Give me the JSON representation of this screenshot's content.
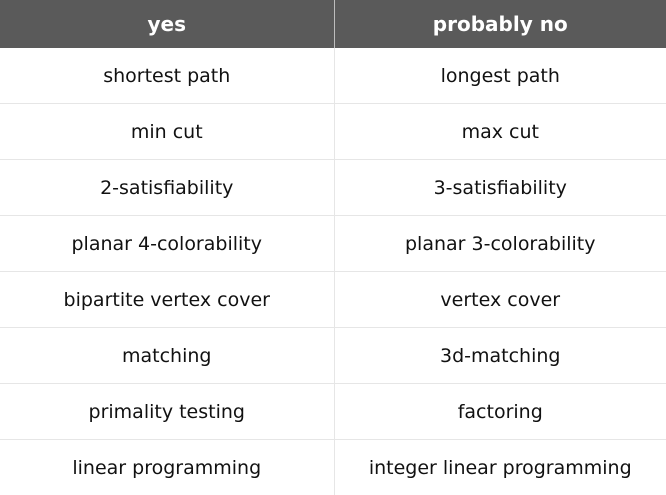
{
  "table": {
    "headers": [
      "yes",
      "probably no"
    ],
    "rows": [
      [
        "shortest path",
        "longest path"
      ],
      [
        "min cut",
        "max cut"
      ],
      [
        "2-satisfiability",
        "3-satisfiability"
      ],
      [
        "planar 4-colorability",
        "planar 3-colorability"
      ],
      [
        "bipartite vertex cover",
        "vertex cover"
      ],
      [
        "matching",
        "3d-matching"
      ],
      [
        "primality testing",
        "factoring"
      ],
      [
        "linear programming",
        "integer linear programming"
      ]
    ]
  },
  "colors": {
    "header_bg": "#5a5a5a",
    "header_text": "#ffffff",
    "cell_text": "#111111",
    "divider": "#e6e6e6"
  }
}
